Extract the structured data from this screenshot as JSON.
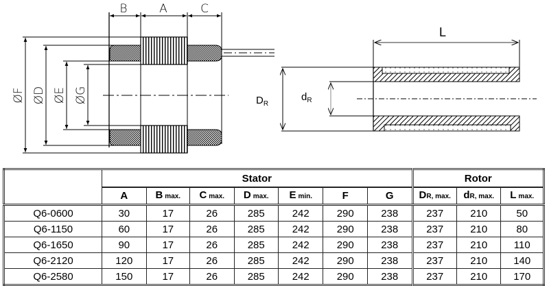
{
  "drawing": {
    "stator": {
      "axial_labels": [
        "B",
        "A",
        "C"
      ],
      "radial_labels": [
        "ØF",
        "ØD",
        "ØE",
        "ØG"
      ]
    },
    "rotor": {
      "length_label": "L",
      "outer_diameter_label": {
        "main": "D",
        "sub": "R"
      },
      "inner_diameter_label": {
        "main": "d",
        "sub": "R"
      }
    }
  },
  "table": {
    "groups": [
      {
        "label": "Stator",
        "span": 7
      },
      {
        "label": "Rotor",
        "span": 3
      }
    ],
    "columns": [
      {
        "main": "A",
        "sub": ""
      },
      {
        "main": "B",
        "sub": "max."
      },
      {
        "main": "C",
        "sub": "max."
      },
      {
        "main": "D",
        "sub": "max."
      },
      {
        "main": "E",
        "sub": "min."
      },
      {
        "main": "F",
        "sub": ""
      },
      {
        "main": "G",
        "sub": ""
      },
      {
        "main": "D",
        "sub": "R, max."
      },
      {
        "main": "d",
        "sub": "R, max."
      },
      {
        "main": "L",
        "sub": "max."
      }
    ],
    "rows": [
      {
        "model": "Q6-0600",
        "values": [
          "30",
          "17",
          "26",
          "285",
          "242",
          "290",
          "238",
          "237",
          "210",
          "50"
        ]
      },
      {
        "model": "Q6-1150",
        "values": [
          "60",
          "17",
          "26",
          "285",
          "242",
          "290",
          "238",
          "237",
          "210",
          "80"
        ]
      },
      {
        "model": "Q6-1650",
        "values": [
          "90",
          "17",
          "26",
          "285",
          "242",
          "290",
          "238",
          "237",
          "210",
          "110"
        ]
      },
      {
        "model": "Q6-2120",
        "values": [
          "120",
          "17",
          "26",
          "285",
          "242",
          "290",
          "238",
          "237",
          "210",
          "140"
        ]
      },
      {
        "model": "Q6-2580",
        "values": [
          "150",
          "17",
          "26",
          "285",
          "242",
          "290",
          "238",
          "237",
          "210",
          "170"
        ]
      }
    ]
  }
}
